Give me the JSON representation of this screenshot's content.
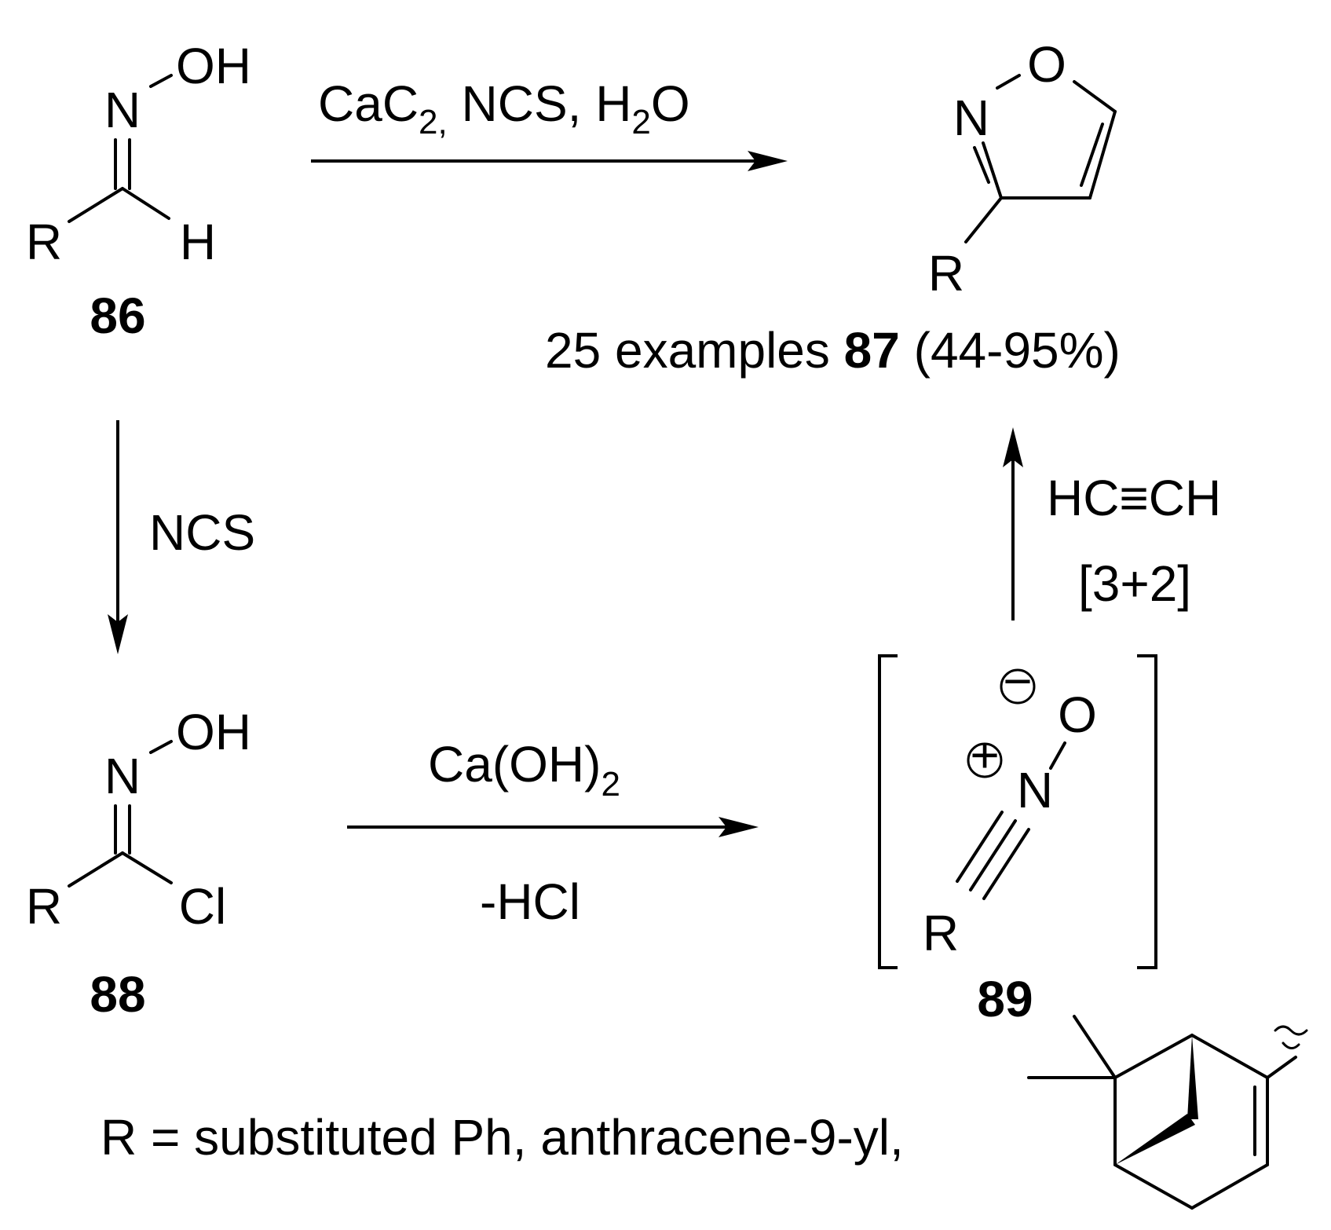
{
  "compounds": {
    "c86": {
      "number": "86",
      "atoms": {
        "oh": "OH",
        "n": "N",
        "r": "R",
        "h": "H"
      }
    },
    "c87": {
      "atoms": {
        "o": "O",
        "n": "N",
        "r": "R"
      },
      "caption": {
        "prefix": "25 examples ",
        "number": "87",
        "suffix": " (44-95%)"
      }
    },
    "c88": {
      "number": "88",
      "atoms": {
        "oh": "OH",
        "n": "N",
        "r": "R",
        "cl": "Cl"
      }
    },
    "c89": {
      "number": "89",
      "atoms": {
        "o": "O",
        "n": "N",
        "r": "R",
        "minus": "−",
        "plus": "+"
      }
    }
  },
  "reagents": {
    "top": {
      "ca": "CaC",
      "sub2a": "2,",
      "mid": " NCS, H",
      "sub2b": "2",
      "end": "O"
    },
    "left": "NCS",
    "bottom_above": {
      "main": "Ca(OH)",
      "sub": "2"
    },
    "bottom_below": "-HCl",
    "right_line1": "HC≡CH",
    "right_line2": "[3+2]"
  },
  "footnote": "R = substituted Ph, anthracene-9-yl,"
}
